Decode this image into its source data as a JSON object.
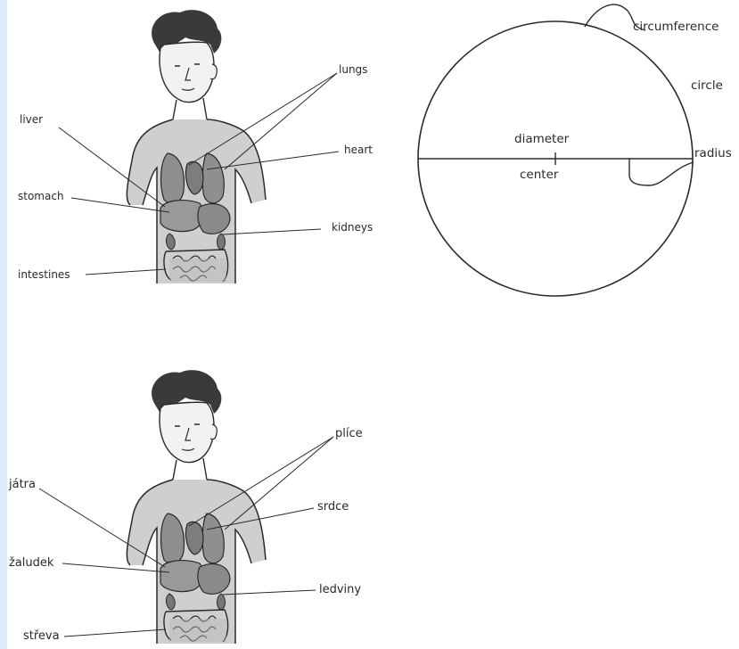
{
  "figure_english": {
    "labels": {
      "lungs": "lungs",
      "liver": "liver",
      "heart": "heart",
      "stomach": "stomach",
      "kidneys": "kidneys",
      "intestines": "intestines"
    }
  },
  "circle_diagram": {
    "labels": {
      "circumference": "circumference",
      "circle": "circle",
      "diameter": "diameter",
      "center": "center",
      "radius": "radius"
    }
  },
  "figure_czech": {
    "labels": {
      "plice": "plíce",
      "jatra": "játra",
      "srdce": "srdce",
      "zaludek": "žaludek",
      "ledviny": "ledviny",
      "streva": "střeva"
    }
  },
  "colors": {
    "ink": "#2a2a2a",
    "skin_shade": "#c9c9c9",
    "organ_fill": "#8f8f8f",
    "hair": "#3a3a3a",
    "left_border": "#dcedf8"
  },
  "icons": [
    "human-torso-illustration",
    "organ-cluster",
    "circle-geometry"
  ]
}
